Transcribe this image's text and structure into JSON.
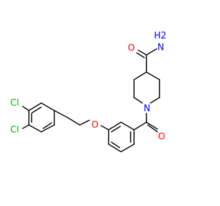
{
  "molecule": {
    "colors": {
      "bond": "#000000",
      "oxygen": "#ff0000",
      "nitrogen": "#0000ff",
      "chlorine": "#00b000",
      "carbon": "#000000"
    },
    "atoms": {
      "cl1": "Cl",
      "cl2": "Cl",
      "o_ether": "O",
      "o_carbonyl": "O",
      "o_amide": "O",
      "n_ring": "N",
      "n_amide": "N",
      "h2_amide": "H2"
    }
  }
}
